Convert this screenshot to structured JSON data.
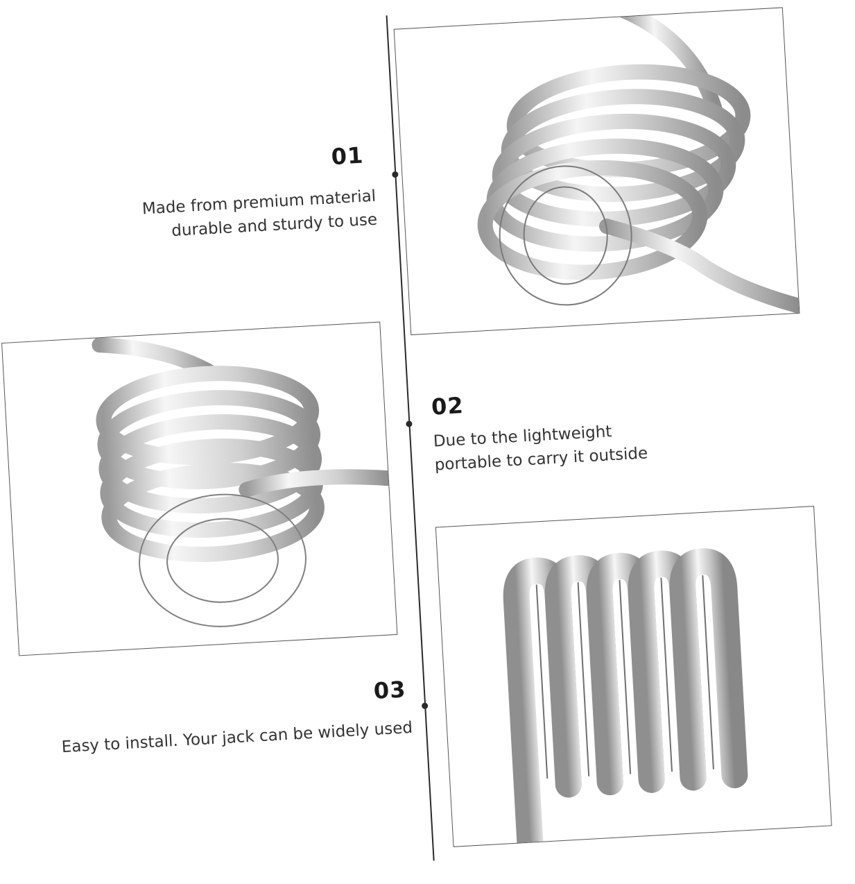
{
  "features": [
    {
      "number": "01",
      "text_line1": "Made from premium material",
      "text_line2": "durable and sturdy to use"
    },
    {
      "number": "02",
      "text_line1": "Due to the lightweight",
      "text_line2": "portable to carry it outside"
    },
    {
      "number": "03",
      "text_line1": "Easy to install. Your jack can be widely used",
      "text_line2": ""
    }
  ],
  "colors": {
    "line": "#2a2a2a",
    "metal_light": "#f4f4f4",
    "metal_mid": "#c9c9c9",
    "metal_dark": "#8a8a8a",
    "frame_border": "#555555"
  },
  "icons": [
    "spring-coil-photo-1",
    "spring-coil-photo-2",
    "spring-coil-photo-3"
  ]
}
